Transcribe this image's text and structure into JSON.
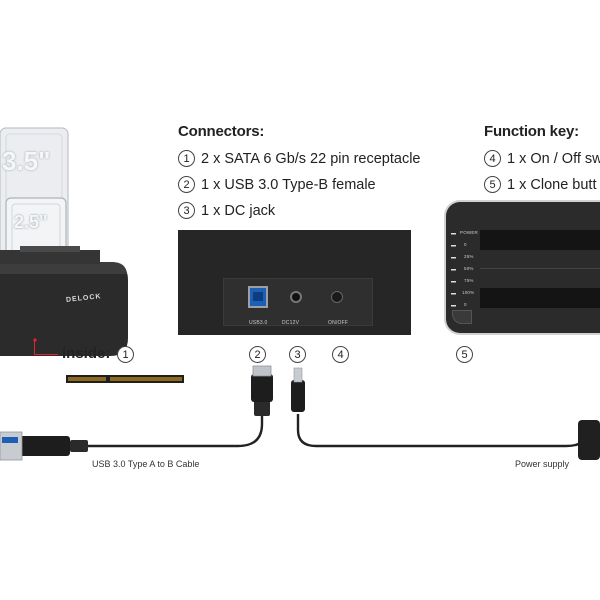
{
  "connectors": {
    "title": "Connectors:",
    "items": [
      {
        "num": "1",
        "text": "2 x SATA 6 Gb/s 22 pin receptacle"
      },
      {
        "num": "2",
        "text": "1 x USB 3.0 Type-B female"
      },
      {
        "num": "3",
        "text": "1 x DC jack"
      }
    ]
  },
  "function_key": {
    "title": "Function key:",
    "items": [
      {
        "num": "4",
        "text": "1 x On / Off sw"
      },
      {
        "num": "5",
        "text": "1 x Clone butt"
      }
    ]
  },
  "dock": {
    "label_35": "3.5\"",
    "label_25": "2.5\"",
    "brand": "DELOCK",
    "inside_label": "inside:",
    "inside_num": "1"
  },
  "back_panel": {
    "usb_label": "USB3.0",
    "dc_label": "DC12V",
    "power_label": "ON/OFF"
  },
  "side_panel": {
    "labels": [
      "POWER",
      "0",
      "25%",
      "50%",
      "75%",
      "100%",
      "0"
    ]
  },
  "callouts": [
    "2",
    "3",
    "4",
    "5"
  ],
  "cables": {
    "usb_cable": "USB 3.0 Type A to B Cable",
    "power_supply": "Power supply"
  }
}
